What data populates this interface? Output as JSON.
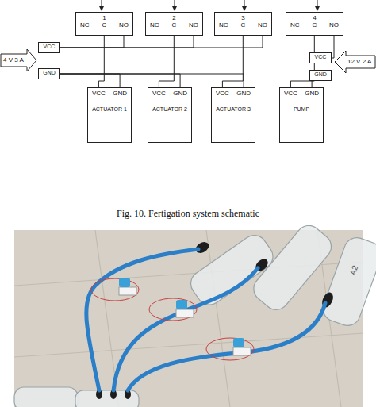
{
  "diagram": {
    "caption": "Fig. 10. Fertigation system schematic",
    "nodes": [
      {
        "text": [
          "1",
          "NC",
          "C",
          "NO"
        ]
      },
      {
        "text": [
          "2",
          "NC",
          "C",
          "NO"
        ]
      },
      {
        "text": [
          "3",
          "NC",
          "C",
          "NO"
        ]
      },
      {
        "text": [
          "4",
          "NC",
          "C",
          "NO"
        ]
      },
      {
        "text": [
          "VCC",
          "GND",
          "ACTUATOR 1"
        ]
      },
      {
        "text": [
          "VCC",
          "GND",
          "ACTUATOR 2"
        ]
      },
      {
        "text": [
          "VCC",
          "GND",
          "ACTUATOR 3"
        ]
      },
      {
        "text": [
          "VCC",
          "GND",
          "PUMP"
        ]
      },
      {
        "text": [
          "VCC"
        ]
      },
      {
        "text": [
          "GND"
        ]
      },
      {
        "text": [
          "VCC"
        ]
      },
      {
        "text": [
          "GND"
        ]
      }
    ],
    "edges": [
      {
        "from": 0,
        "to": 4,
        "arrow": "none"
      },
      {
        "from": 1,
        "to": 5,
        "arrow": "none"
      },
      {
        "from": 2,
        "to": 6,
        "arrow": "none"
      },
      {
        "from": 3,
        "to": 7,
        "arrow": "none"
      },
      {
        "from": 8,
        "to": 0,
        "arrow": "none"
      },
      {
        "from": 8,
        "to": 1,
        "arrow": "none"
      },
      {
        "from": 8,
        "to": 2,
        "arrow": "none"
      },
      {
        "from": 9,
        "to": 4,
        "arrow": "none"
      },
      {
        "from": 9,
        "to": 5,
        "arrow": "none"
      },
      {
        "from": 9,
        "to": 6,
        "arrow": "none"
      },
      {
        "from": 10,
        "to": 3,
        "arrow": "none"
      },
      {
        "from": 11,
        "to": 7,
        "arrow": "none"
      }
    ],
    "labels": [
      "4 V 3 A",
      "12 V 2 A",
      "A2"
    ]
  }
}
